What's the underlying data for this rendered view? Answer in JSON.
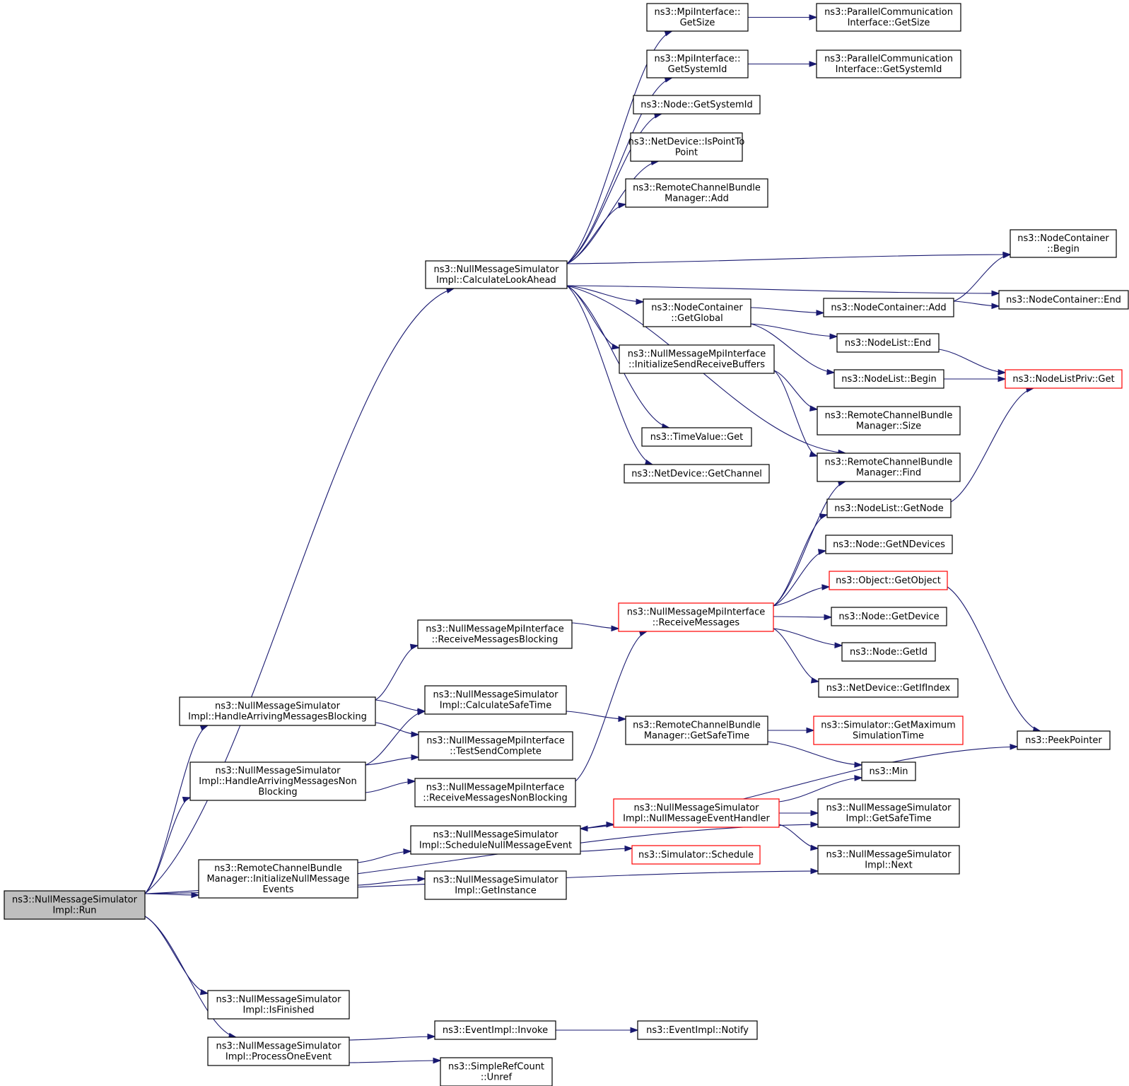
{
  "colors": {
    "edge": "#191970",
    "node_border": "#000000",
    "node_border_truncated": "#ff0000",
    "node_fill": "#ffffff",
    "root_fill": "#bfbfbf"
  },
  "nodes": {
    "run": {
      "lines": [
        "ns3::NullMessageSimulator",
        "Impl::Run"
      ],
      "root": true
    },
    "calcLookAhead": {
      "lines": [
        "ns3::NullMessageSimulator",
        "Impl::CalculateLookAhead"
      ]
    },
    "mpiGetSize": {
      "lines": [
        "ns3::MpiInterface::",
        "GetSize"
      ]
    },
    "pcGetSize": {
      "lines": [
        "ns3::ParallelCommunication",
        "Interface::GetSize"
      ]
    },
    "mpiGetSystemId": {
      "lines": [
        "ns3::MpiInterface::",
        "GetSystemId"
      ]
    },
    "pcGetSystemId": {
      "lines": [
        "ns3::ParallelCommunication",
        "Interface::GetSystemId"
      ]
    },
    "nodeGetSystemId": {
      "lines": [
        "ns3::Node::GetSystemId"
      ]
    },
    "netIsPtP": {
      "lines": [
        "ns3::NetDevice::IsPointTo",
        "Point"
      ]
    },
    "rcbAdd": {
      "lines": [
        "ns3::RemoteChannelBundle",
        "Manager::Add"
      ]
    },
    "ncBegin": {
      "lines": [
        "ns3::NodeContainer",
        "::Begin"
      ]
    },
    "ncEnd": {
      "lines": [
        "ns3::NodeContainer::End"
      ]
    },
    "ncGetGlobal": {
      "lines": [
        "ns3::NodeContainer",
        "::GetGlobal"
      ]
    },
    "ncAdd": {
      "lines": [
        "ns3::NodeContainer::Add"
      ]
    },
    "nlEnd": {
      "lines": [
        "ns3::NodeList::End"
      ]
    },
    "nlBegin": {
      "lines": [
        "ns3::NodeList::Begin"
      ]
    },
    "nlpGet": {
      "lines": [
        "ns3::NodeListPriv::Get"
      ],
      "truncated": true
    },
    "nmInitBuffers": {
      "lines": [
        "ns3::NullMessageMpiInterface",
        "::InitializeSendReceiveBuffers"
      ]
    },
    "rcbSize": {
      "lines": [
        "ns3::RemoteChannelBundle",
        "Manager::Size"
      ]
    },
    "rcbFind": {
      "lines": [
        "ns3::RemoteChannelBundle",
        "Manager::Find"
      ]
    },
    "tvGet": {
      "lines": [
        "ns3::TimeValue::Get"
      ]
    },
    "ndGetChannel": {
      "lines": [
        "ns3::NetDevice::GetChannel"
      ]
    },
    "nlGetNode": {
      "lines": [
        "ns3::NodeList::GetNode"
      ]
    },
    "nodeGetNDevices": {
      "lines": [
        "ns3::Node::GetNDevices"
      ]
    },
    "objGetObject": {
      "lines": [
        "ns3::Object::GetObject"
      ],
      "truncated": true
    },
    "nmReceiveMessages": {
      "lines": [
        "ns3::NullMessageMpiInterface",
        "::ReceiveMessages"
      ],
      "truncated": true
    },
    "nodeGetDevice": {
      "lines": [
        "ns3::Node::GetDevice"
      ]
    },
    "nodeGetId": {
      "lines": [
        "ns3::Node::GetId"
      ]
    },
    "ndGetIfIndex": {
      "lines": [
        "ns3::NetDevice::GetIfIndex"
      ]
    },
    "nmReceiveBlocking": {
      "lines": [
        "ns3::NullMessageMpiInterface",
        "::ReceiveMessagesBlocking"
      ]
    },
    "handleBlocking": {
      "lines": [
        "ns3::NullMessageSimulator",
        "Impl::HandleArrivingMessagesBlocking"
      ]
    },
    "calcSafeTime": {
      "lines": [
        "ns3::NullMessageSimulator",
        "Impl::CalculateSafeTime"
      ]
    },
    "rcbGetSafeTime": {
      "lines": [
        "ns3::RemoteChannelBundle",
        "Manager::GetSafeTime"
      ]
    },
    "simGetMaxTime": {
      "lines": [
        "ns3::Simulator::GetMaximum",
        "SimulationTime"
      ],
      "truncated": true
    },
    "peekPointer": {
      "lines": [
        "ns3::PeekPointer"
      ]
    },
    "nmTestSend": {
      "lines": [
        "ns3::NullMessageMpiInterface",
        "::TestSendComplete"
      ]
    },
    "handleNonBlocking": {
      "lines": [
        "ns3::NullMessageSimulator",
        "Impl::HandleArrivingMessagesNon",
        "Blocking"
      ]
    },
    "nmReceiveNonBlocking": {
      "lines": [
        "ns3::NullMessageMpiInterface",
        "::ReceiveMessagesNonBlocking"
      ]
    },
    "min": {
      "lines": [
        "ns3::Min"
      ]
    },
    "nmEventHandler": {
      "lines": [
        "ns3::NullMessageSimulator",
        "Impl::NullMessageEventHandler"
      ],
      "truncated": true
    },
    "simGetSafeTime": {
      "lines": [
        "ns3::NullMessageSimulator",
        "Impl::GetSafeTime"
      ]
    },
    "scheduleNull": {
      "lines": [
        "ns3::NullMessageSimulator",
        "Impl::ScheduleNullMessageEvent"
      ]
    },
    "simSchedule": {
      "lines": [
        "ns3::Simulator::Schedule"
      ],
      "truncated": true
    },
    "simNext": {
      "lines": [
        "ns3::NullMessageSimulator",
        "Impl::Next"
      ]
    },
    "rcbInitNull": {
      "lines": [
        "ns3::RemoteChannelBundle",
        "Manager::InitializeNullMessage",
        "Events"
      ]
    },
    "getInstance": {
      "lines": [
        "ns3::NullMessageSimulator",
        "Impl::GetInstance"
      ]
    },
    "isFinished": {
      "lines": [
        "ns3::NullMessageSimulator",
        "Impl::IsFinished"
      ]
    },
    "processOneEvent": {
      "lines": [
        "ns3::NullMessageSimulator",
        "Impl::ProcessOneEvent"
      ]
    },
    "eventInvoke": {
      "lines": [
        "ns3::EventImpl::Invoke"
      ]
    },
    "eventNotify": {
      "lines": [
        "ns3::EventImpl::Notify"
      ]
    },
    "refUnref": {
      "lines": [
        "ns3::SimpleRefCount",
        "::Unref"
      ]
    }
  },
  "edges": [
    [
      "calcLookAhead",
      "mpiGetSize"
    ],
    [
      "calcLookAhead",
      "mpiGetSystemId"
    ],
    [
      "calcLookAhead",
      "nodeGetSystemId"
    ],
    [
      "calcLookAhead",
      "netIsPtP"
    ],
    [
      "calcLookAhead",
      "rcbAdd"
    ],
    [
      "calcLookAhead",
      "ncBegin"
    ],
    [
      "calcLookAhead",
      "ncEnd"
    ],
    [
      "calcLookAhead",
      "ncGetGlobal"
    ],
    [
      "calcLookAhead",
      "nmInitBuffers"
    ],
    [
      "calcLookAhead",
      "rcbFind"
    ],
    [
      "calcLookAhead",
      "tvGet"
    ],
    [
      "calcLookAhead",
      "ndGetChannel"
    ],
    [
      "mpiGetSize",
      "pcGetSize"
    ],
    [
      "mpiGetSystemId",
      "pcGetSystemId"
    ],
    [
      "ncGetGlobal",
      "ncAdd"
    ],
    [
      "ncGetGlobal",
      "nlEnd"
    ],
    [
      "ncGetGlobal",
      "nlBegin"
    ],
    [
      "ncAdd",
      "ncBegin"
    ],
    [
      "ncAdd",
      "ncEnd"
    ],
    [
      "nlEnd",
      "nlpGet"
    ],
    [
      "nlBegin",
      "nlpGet"
    ],
    [
      "nmInitBuffers",
      "rcbSize"
    ],
    [
      "nmInitBuffers",
      "rcbFind"
    ],
    [
      "nmReceiveMessages",
      "rcbFind"
    ],
    [
      "nmReceiveMessages",
      "nlGetNode"
    ],
    [
      "nmReceiveMessages",
      "nodeGetNDevices"
    ],
    [
      "nmReceiveMessages",
      "objGetObject"
    ],
    [
      "nmReceiveMessages",
      "nodeGetDevice"
    ],
    [
      "nmReceiveMessages",
      "nodeGetId"
    ],
    [
      "nmReceiveMessages",
      "ndGetIfIndex"
    ],
    [
      "nlGetNode",
      "nlpGet"
    ],
    [
      "objGetObject",
      "peekPointer"
    ],
    [
      "nmReceiveBlocking",
      "nmReceiveMessages"
    ],
    [
      "handleBlocking",
      "nmReceiveBlocking"
    ],
    [
      "handleBlocking",
      "calcSafeTime"
    ],
    [
      "handleBlocking",
      "nmTestSend"
    ],
    [
      "calcSafeTime",
      "rcbGetSafeTime"
    ],
    [
      "rcbGetSafeTime",
      "simGetMaxTime"
    ],
    [
      "rcbGetSafeTime",
      "min"
    ],
    [
      "handleNonBlocking",
      "calcSafeTime"
    ],
    [
      "handleNonBlocking",
      "nmTestSend"
    ],
    [
      "handleNonBlocking",
      "nmReceiveNonBlocking"
    ],
    [
      "nmReceiveNonBlocking",
      "nmReceiveMessages"
    ],
    [
      "nmEventHandler",
      "min"
    ],
    [
      "nmEventHandler",
      "simGetSafeTime"
    ],
    [
      "nmEventHandler",
      "simNext"
    ],
    [
      "nmEventHandler",
      "scheduleNull"
    ],
    [
      "scheduleNull",
      "nmEventHandler"
    ],
    [
      "scheduleNull",
      "simSchedule"
    ],
    [
      "scheduleNull",
      "peekPointer"
    ],
    [
      "rcbInitNull",
      "scheduleNull"
    ],
    [
      "rcbInitNull",
      "getInstance"
    ],
    [
      "run",
      "calcLookAhead"
    ],
    [
      "run",
      "handleBlocking"
    ],
    [
      "run",
      "handleNonBlocking"
    ],
    [
      "run",
      "rcbInitNull"
    ],
    [
      "run",
      "simGetSafeTime"
    ],
    [
      "run",
      "simNext"
    ],
    [
      "run",
      "isFinished"
    ],
    [
      "run",
      "processOneEvent"
    ],
    [
      "processOneEvent",
      "eventInvoke"
    ],
    [
      "processOneEvent",
      "refUnref"
    ],
    [
      "eventInvoke",
      "eventNotify"
    ]
  ]
}
